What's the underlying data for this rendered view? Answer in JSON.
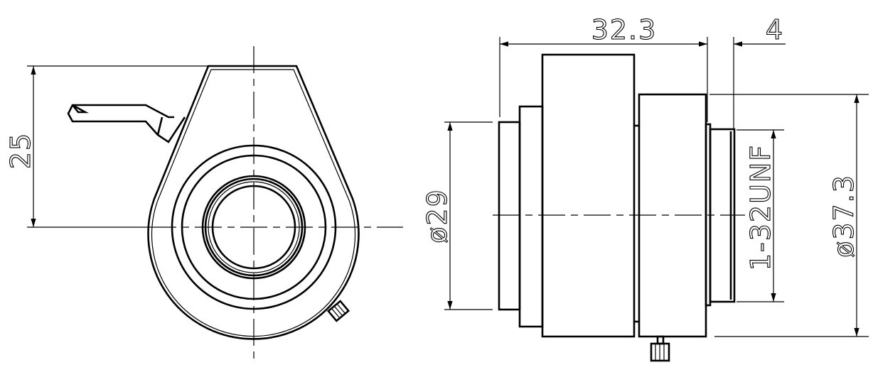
{
  "drawing": {
    "front_view": {
      "dimensions": {
        "height_label": "25"
      }
    },
    "side_view": {
      "dimensions": {
        "length_label": "32.3",
        "thread_length_label": "4",
        "front_diameter_label": "ø29",
        "thread_label": "1-32UNF",
        "body_diameter_label": "ø37.3"
      }
    }
  }
}
